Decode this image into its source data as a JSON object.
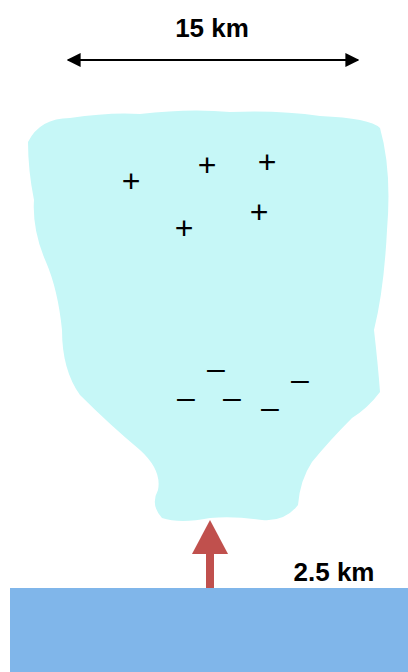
{
  "diagram": {
    "labels": [
      "15 km",
      "+",
      "+",
      "+",
      "+",
      "+",
      "–",
      "–",
      "–",
      "–",
      "–",
      "2.5 km"
    ]
  }
}
